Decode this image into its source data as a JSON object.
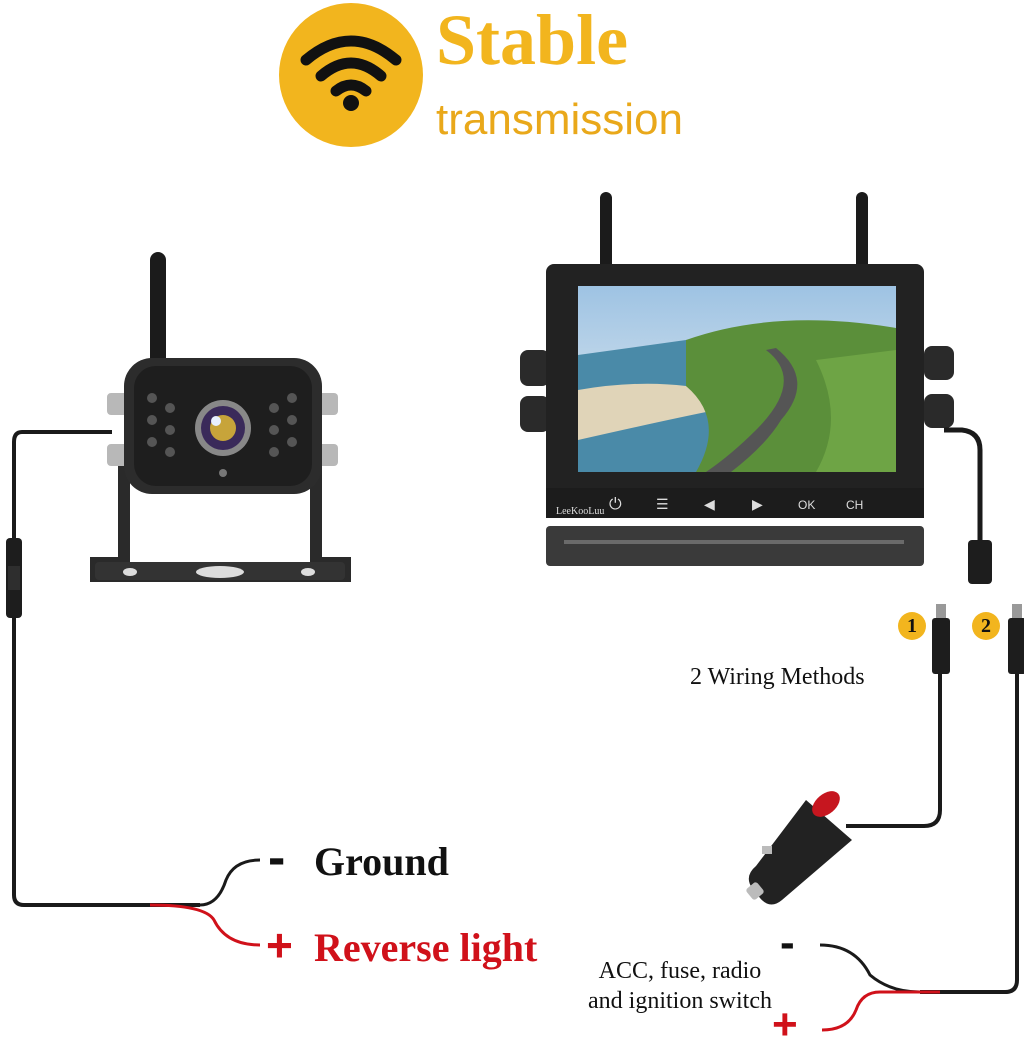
{
  "header": {
    "title": "Stable",
    "subtitle": "transmission",
    "icon": "wifi-icon",
    "accent_color": "#f2b51e"
  },
  "camera": {
    "icon": "backup-camera-icon"
  },
  "monitor": {
    "brand": "LeeKooLuu",
    "buttons": [
      "⏻",
      "☰",
      "◀",
      "▶",
      "OK",
      "CH"
    ]
  },
  "camera_wiring": {
    "ground_sign": "-",
    "ground_label": "Ground",
    "positive_sign": "+",
    "positive_label": "Reverse light",
    "positive_color": "#d0111a"
  },
  "monitor_wiring": {
    "method_1": "1",
    "method_2": "2",
    "methods_label": "2 Wiring Methods",
    "acc_line1": "ACC, fuse, radio",
    "acc_line2": "and ignition switch",
    "minus_sign": "-",
    "plus_sign": "+"
  }
}
